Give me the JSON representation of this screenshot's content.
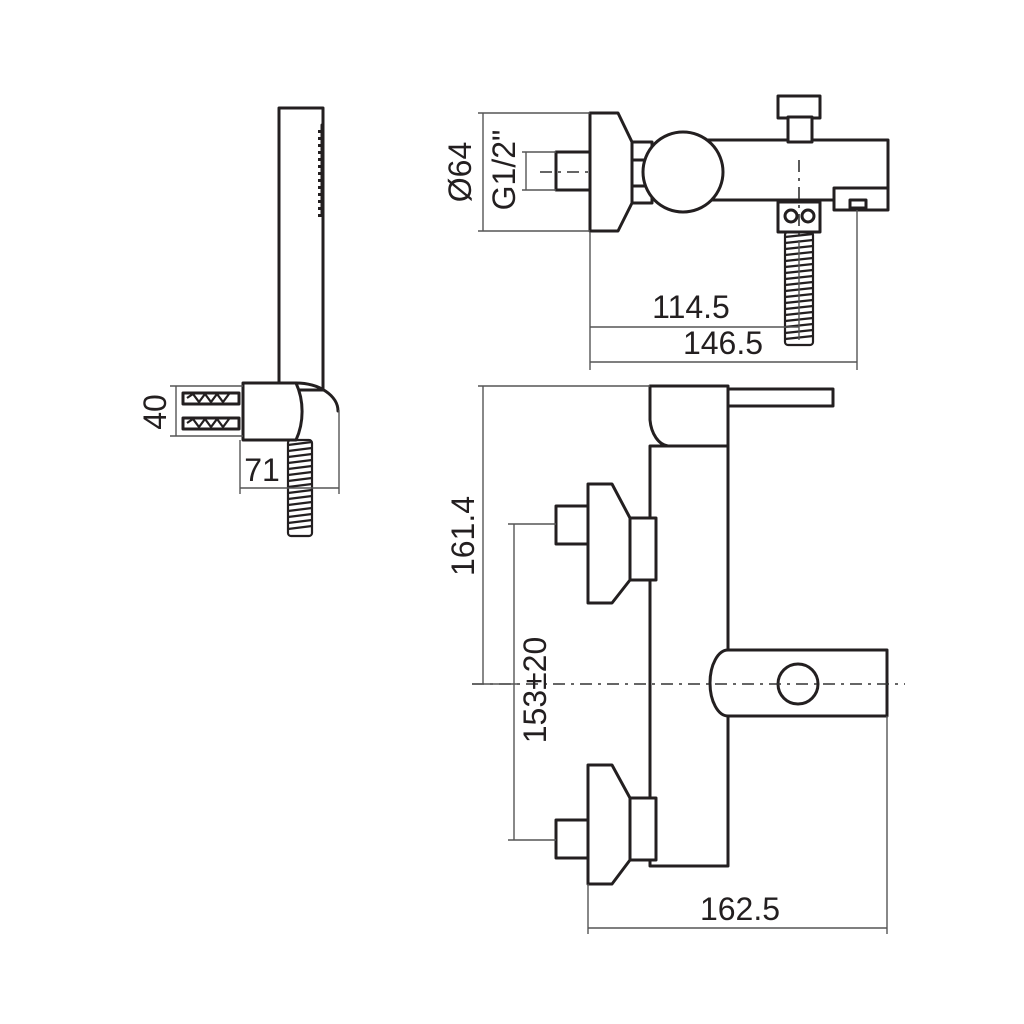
{
  "dimensions": {
    "hand_height": "40",
    "hand_depth": "71",
    "diameter": "Ø64",
    "thread": "G1/2\"",
    "spout_114": "114.5",
    "spout_146": "146.5",
    "height": "161.4",
    "centres": "153±20",
    "width": "162.5"
  },
  "colors": {
    "line": "#231f20",
    "background": "#ffffff"
  }
}
